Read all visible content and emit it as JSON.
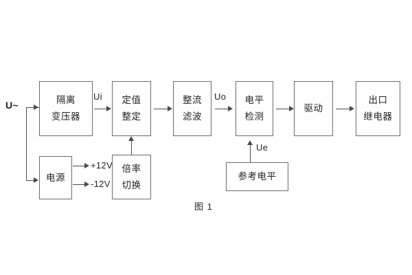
{
  "diagram": {
    "caption": "图 1",
    "input_label": "U~",
    "blocks": [
      {
        "id": "isolation-transformer",
        "lines": [
          "隔离",
          "变压器"
        ]
      },
      {
        "id": "setting-value",
        "lines": [
          "定值",
          "整定"
        ]
      },
      {
        "id": "rectifier-filter",
        "lines": [
          "整流",
          "滤波"
        ]
      },
      {
        "id": "level-detection",
        "lines": [
          "电平",
          "检测"
        ]
      },
      {
        "id": "driver",
        "lines": [
          "驱动"
        ]
      },
      {
        "id": "output-relay",
        "lines": [
          "出口",
          "继电器"
        ]
      },
      {
        "id": "power-supply",
        "lines": [
          "电源"
        ]
      },
      {
        "id": "multiplier-switch",
        "lines": [
          "倍率",
          "切换"
        ]
      },
      {
        "id": "reference-level",
        "lines": [
          "参考电平"
        ]
      }
    ],
    "signals": {
      "ui": "Ui",
      "uo": "Uo",
      "ue": "Ue",
      "rail_positive": "+12V",
      "rail_negative": "-12V"
    },
    "colors": {
      "box_border": "#6b6b6b",
      "line": "#4a4a4a",
      "text": "#222222",
      "background": "#ffffff"
    }
  }
}
